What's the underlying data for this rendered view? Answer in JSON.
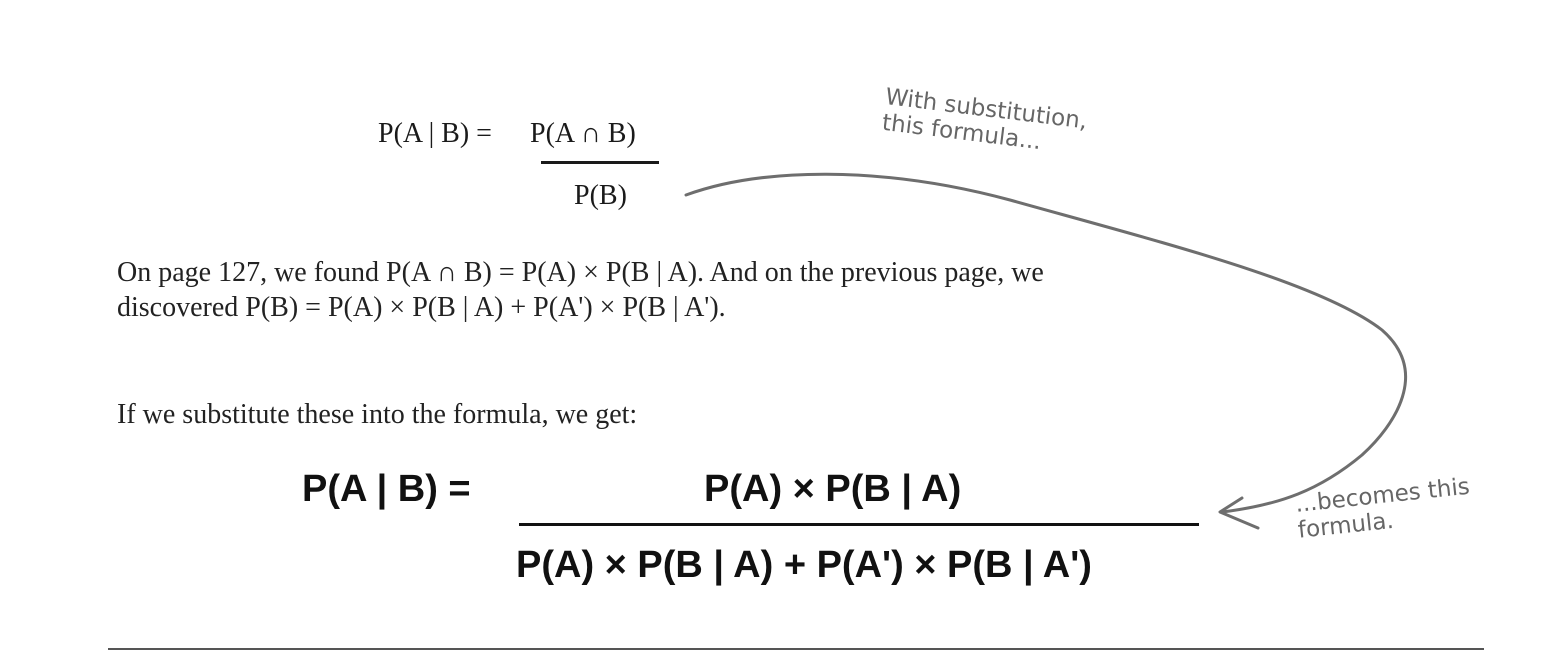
{
  "formula_small": {
    "lhs": "P(A | B) =",
    "numerator": "P(A ∩ B)",
    "denominator": "P(B)"
  },
  "paragraph_1": "On page 127, we found P(A ∩ B) = P(A) × P(B | A). And on the previous page, we discovered P(B) = P(A) × P(B | A) + P(A') × P(B | A').",
  "paragraph_2": "If we substitute these into the formula, we get:",
  "formula_big": {
    "lhs": "P(A | B) =",
    "numerator": "P(A) × P(B | A)",
    "denominator": "P(A) × P(B | A) + P(A') × P(B | A')"
  },
  "annotations": {
    "top_line1": "With substitution,",
    "top_line2": "this formula...",
    "bottom_line1": "...becomes this",
    "bottom_line2": "formula."
  }
}
